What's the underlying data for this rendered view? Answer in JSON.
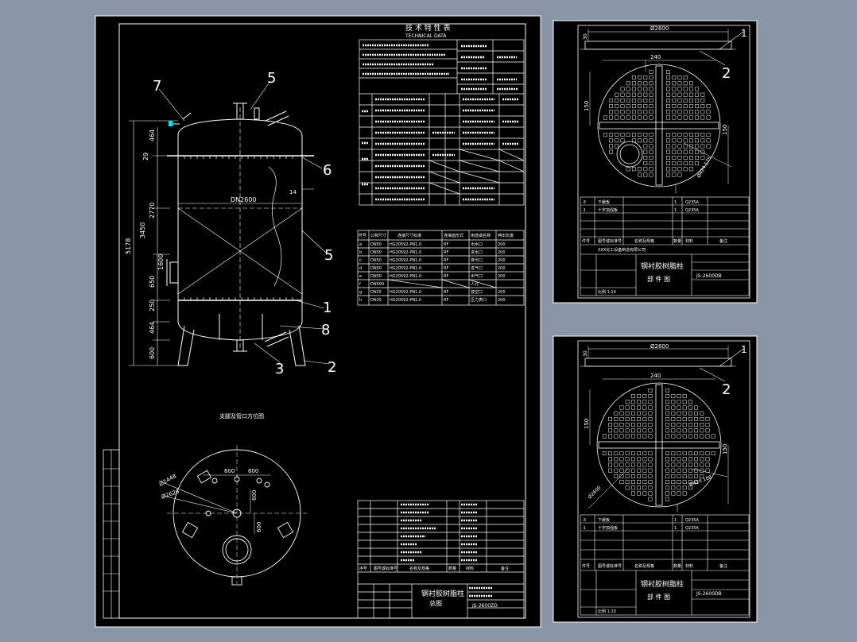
{
  "colors": {
    "background": "#8a95a8",
    "sheet": "#000000",
    "line": "#ffffff",
    "accent": "#00e0ff"
  },
  "main_sheet": {
    "tech_table_title": "技 术 特 性 表",
    "tech_table_subtitle": "TECHNICAL DATA",
    "dims": {
      "left_total": "5178",
      "left_body": "3450",
      "d1": "2770",
      "d2": "1600",
      "d3": "650",
      "d4": "250",
      "top": "464",
      "bottom_head": "464",
      "leg": "600",
      "shell_dn": "DN2600",
      "side14": "14",
      "c29": "29"
    },
    "callouts": [
      "7",
      "5",
      "6",
      "5",
      "1",
      "8",
      "3",
      "2"
    ],
    "bottom_view_title": "支腿及管口方位图",
    "bottom_view_dims": {
      "a": "600",
      "b": "600",
      "c": "600",
      "d": "Ø2628",
      "e": "Ø2448",
      "f": "600"
    },
    "nozzle_table_header": [
      "符号",
      "公称尺寸",
      "连接尺寸标准",
      "连接面形式",
      "用途或名称",
      "伸出长度"
    ],
    "nozzle_rows": [
      [
        "a",
        "DN50",
        "HG20592-PN1.0",
        "RF",
        "出水口",
        "200"
      ],
      [
        "b",
        "DN50",
        "HG20592-PN1.0",
        "RF",
        "进水口",
        "200"
      ],
      [
        "c",
        "DN50",
        "HG20592-PN1.0",
        "RF",
        "排污口",
        "200"
      ],
      [
        "d",
        "DN50",
        "HG20592-PN1.0",
        "RF",
        "进气口",
        "200"
      ],
      [
        "e",
        "DN50",
        "HG20592-PN1.0",
        "RF",
        "出气口",
        "200"
      ],
      [
        "f",
        "DN500",
        "",
        "",
        "人孔",
        ""
      ],
      [
        "g",
        "DN25",
        "HG20592-PN1.0",
        "RF",
        "放空口",
        "200"
      ],
      [
        "h",
        "DN25",
        "HG20592-PN1.0",
        "RF",
        "压力表口",
        "200"
      ]
    ],
    "bom_header": [
      "序号",
      "图号或标准号",
      "名称及规格",
      "数量",
      "材料",
      "备注"
    ],
    "title_block": {
      "name": "钢衬胶树脂柱",
      "sub": "总图",
      "drawing_no": "JS-2600ZD"
    }
  },
  "detail_sheets": [
    {
      "dia": "Ø2600",
      "dims": [
        "30",
        "240",
        "150",
        "150",
        "Ø424.175"
      ],
      "callouts": [
        "1",
        "2"
      ],
      "rows": [
        [
          "-3",
          "下缓板",
          "1",
          "Q235A"
        ],
        [
          "-1",
          "十字加强板",
          "1",
          "Q235A"
        ]
      ],
      "bom_header": [
        "件号",
        "图号或标准号",
        "名称及规格",
        "数量",
        "材料",
        "备注"
      ],
      "title": "钢衬胶树脂柱",
      "sub": "部 件 图",
      "drawing_no": "JS-2600DB",
      "scale": "比例 1:10",
      "company": "XXX化工设备制造有限公司"
    },
    {
      "dia": "Ø2600",
      "dims": [
        "30",
        "240",
        "150",
        "150",
        "Ø2600",
        "Ø424.188"
      ],
      "callouts": [
        "1",
        "2"
      ],
      "rows": [
        [
          "-3",
          "下缓板",
          "1",
          "Q235A"
        ],
        [
          "-1",
          "十字加强板",
          "1",
          "Q235A"
        ]
      ],
      "bom_header": [
        "件号",
        "图号或标准号",
        "名称及规格",
        "数量",
        "材料",
        "备注"
      ],
      "title": "钢衬胶树脂柱",
      "sub": "部 件 图",
      "drawing_no": "JS-2600DB",
      "scale": "比例 1:10"
    }
  ]
}
